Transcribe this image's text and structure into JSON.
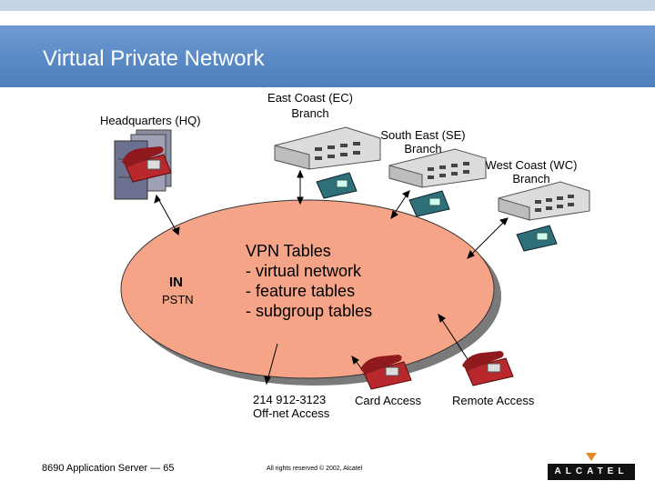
{
  "title": "Virtual Private Network",
  "labels": {
    "hq": "Headquarters (HQ)",
    "ec_line1": "East Coast (EC)",
    "ec_line2": "Branch",
    "se_line1": "South East (SE)",
    "se_line2": "Branch",
    "wc_line1": "West Coast (WC)",
    "wc_line2": "Branch",
    "offnet_line1": "214 912-3123",
    "offnet_line2": "Off-net Access",
    "card_access": "Card Access",
    "remote_access": "Remote Access"
  },
  "network": {
    "in_label": "IN",
    "pstn_label": "PSTN",
    "vpn_lines": [
      "VPN Tables",
      "- virtual network",
      "- feature tables",
      "- subgroup tables"
    ]
  },
  "footer": {
    "left": "8690 Application Server — 65",
    "center": "All rights reserved © 2002, Alcatel",
    "logo": "ALCATEL"
  },
  "colors": {
    "title_bar": "#5a8ac6",
    "ellipse_fill": "#f6a488",
    "red_phone": "#b8282c",
    "teal_phone": "#2f6f78"
  }
}
